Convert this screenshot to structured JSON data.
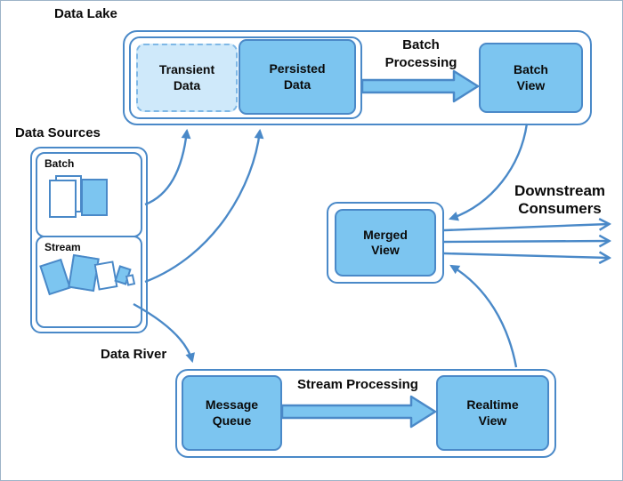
{
  "diagram": {
    "title_labels": {
      "data_lake": "Data Lake",
      "data_sources": "Data Sources",
      "data_river": "Data River",
      "downstream_consumers": "Downstream\nConsumers"
    },
    "process_labels": {
      "batch_processing": "Batch\nProcessing",
      "stream_processing": "Stream Processing"
    },
    "nodes": {
      "transient_data": "Transient\nData",
      "persisted_data": "Persisted\nData",
      "batch_view": "Batch\nView",
      "merged_view": "Merged\nView",
      "message_queue": "Message\nQueue",
      "realtime_view": "Realtime\nView"
    },
    "source_groups": {
      "batch": "Batch",
      "stream": "Stream"
    },
    "colors": {
      "line": "#4a89c8",
      "node_fill": "#7cc5f0",
      "transient_fill": "#cfe9fa",
      "background": "#ffffff"
    }
  }
}
